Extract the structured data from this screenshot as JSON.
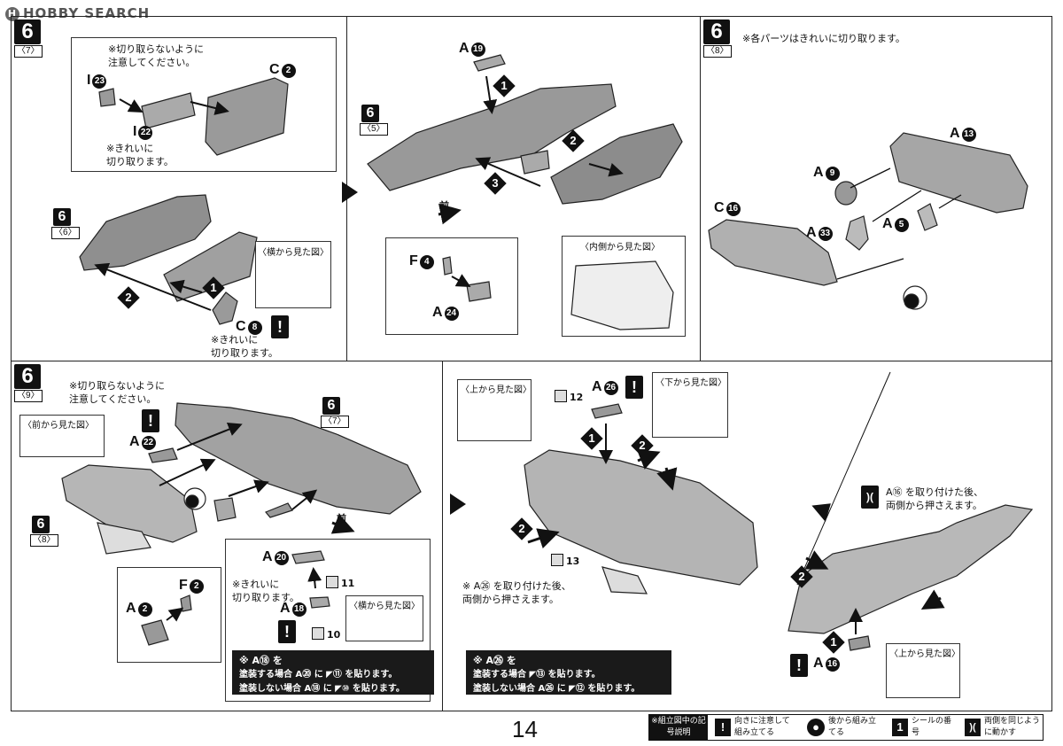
{
  "watermark": "HOBBY SEARCH",
  "page_number": "14",
  "legend": {
    "title": "※組立図中の記号説明",
    "items": [
      {
        "icon": "!",
        "text": "向きに注意して組み立てる"
      },
      {
        "icon": "●",
        "text": "後から組み立てる"
      },
      {
        "icon": "1",
        "text": "シールの番号"
      },
      {
        "icon": ")(",
        "text": "両側を同じように動かす"
      }
    ]
  },
  "panel_a": {
    "step": "6",
    "sub": "〈7〉",
    "note_top": "※切り取らないように\n注意してください。",
    "label_i23": "I",
    "badge_i23": "23",
    "label_c2": "C",
    "badge_c2": "2",
    "label_i22": "I",
    "badge_i22": "22",
    "note_cut": "※きれいに\n切り取ります。",
    "sub_ref": "6",
    "sub_ref_label": "〈6〉",
    "side_view": "〈横から見た図〉",
    "label_c8": "C",
    "badge_c8": "8",
    "note_cut2": "※きれいに\n切り取ります。",
    "arrow1": "1",
    "arrow2": "2"
  },
  "panel_b": {
    "label_a19": "A",
    "badge_a19": "19",
    "sub_ref": "6",
    "sub_ref_label": "〈5〉",
    "front": "前",
    "label_f4": "F",
    "badge_f4": "4",
    "label_a24": "A",
    "badge_a24": "24",
    "inner_view": "〈内側から見た図〉",
    "arrow1": "1",
    "arrow2": "2",
    "arrow3": "3"
  },
  "panel_c": {
    "step": "6",
    "sub": "〈8〉",
    "note": "※各パーツはきれいに切り取ります。",
    "label_a13": "A",
    "badge_a13": "13",
    "label_a9": "A",
    "badge_a9": "9",
    "label_c16": "C",
    "badge_c16": "16",
    "label_a33": "A",
    "badge_a33": "33",
    "label_a5": "A",
    "badge_a5": "5"
  },
  "panel_d": {
    "step": "6",
    "sub": "〈9〉",
    "note_top": "※切り取らないように\n注意してください。",
    "front_view": "〈前から見た図〉",
    "label_a22": "A",
    "badge_a22": "22",
    "sub_ref1": "6",
    "sub_ref1_label": "〈7〉",
    "sub_ref2": "6",
    "sub_ref2_label": "〈8〉",
    "front": "前",
    "label_f2": "F",
    "badge_f2": "2",
    "label_a2": "A",
    "badge_a2": "2",
    "label_a20": "A",
    "badge_a20": "20",
    "note_cut": "※きれいに\n切り取ります。",
    "label_a18": "A",
    "badge_a18": "18",
    "side_view": "〈横から見た図〉",
    "sticker11": "11",
    "sticker10": "10",
    "dark_line1": "※ A⑱ を",
    "dark_line2": "塗装する場合 A⑳ に ◤⑪ を貼ります。",
    "dark_line3": "塗装しない場合 A⑱ に ◤⑩ を貼ります。"
  },
  "panel_e": {
    "top_view": "〈上から見た図〉",
    "bottom_view": "〈下から見た図〉",
    "label_a26": "A",
    "badge_a26": "26",
    "sticker12": "12",
    "sticker13": "13",
    "arrow1": "1",
    "arrow2": "2",
    "note": "※ A㉖ を取り付けた後、\n両側から押さえます。",
    "dark_line1": "※ A㉖ を",
    "dark_line2": "塗装する場合 ◤⑬ を貼ります。",
    "dark_line3": "塗装しない場合 A㉖ に ◤⑫ を貼ります。"
  },
  "panel_f": {
    "note": "A⑯ を取り付けた後、\n両側から押さえます。",
    "label_a16": "A",
    "badge_a16": "16",
    "top_view": "〈上から見た図〉",
    "arrow1": "1",
    "arrow2": "2"
  }
}
